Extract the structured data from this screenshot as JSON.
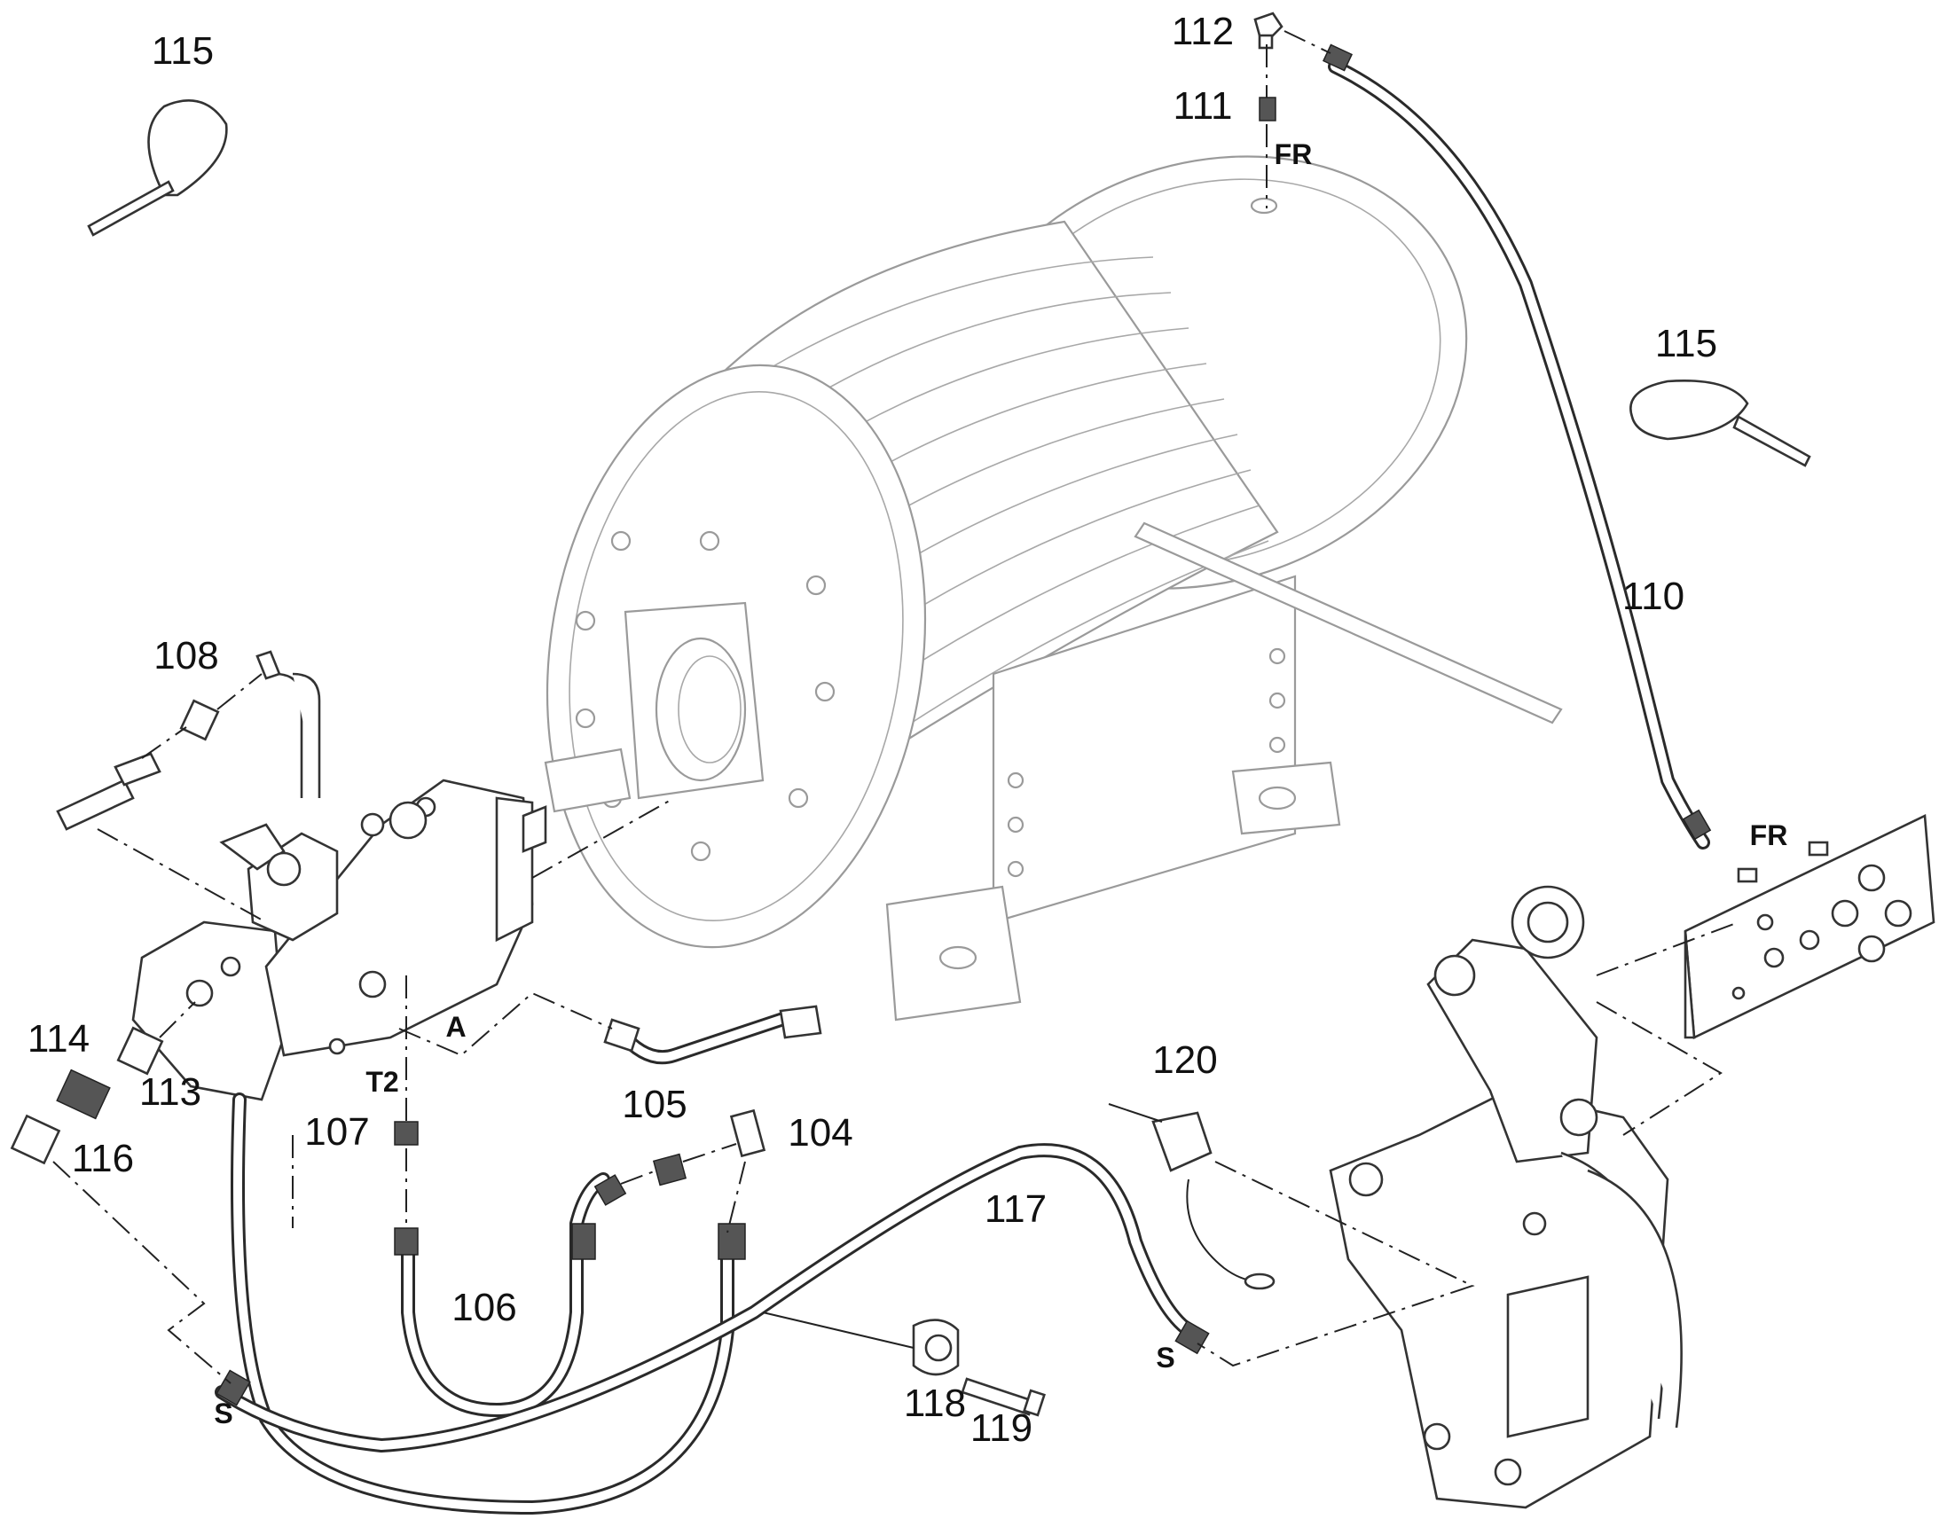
{
  "labels": {
    "p104": "104",
    "p105": "105",
    "p106": "106",
    "p107": "107",
    "p108": "108",
    "p110": "110",
    "p111": "111",
    "p112": "112",
    "p113": "113",
    "p114": "114",
    "p115_a": "115",
    "p115_b": "115",
    "p116": "116",
    "p117": "117",
    "p118": "118",
    "p119": "119",
    "p120": "120"
  },
  "ports": {
    "fr_top": "FR",
    "fr_right": "FR",
    "a": "A",
    "t2": "T2",
    "s_left": "S",
    "s_right": "S"
  },
  "colors": {
    "line": "#222222",
    "outline": "#9a9a9a",
    "background": "#ffffff"
  }
}
